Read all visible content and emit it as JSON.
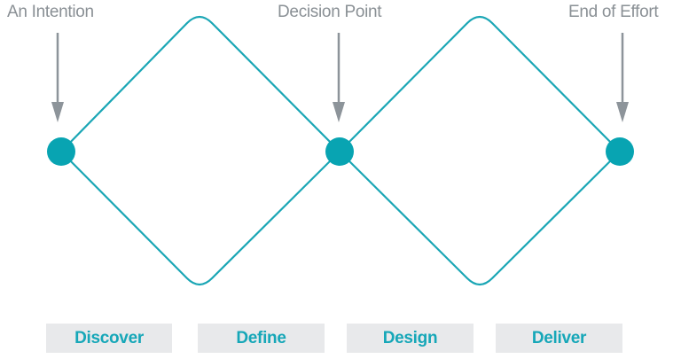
{
  "colors": {
    "line": "#1aa6b5",
    "node": "#08a4b2",
    "arrow": "#8d949a",
    "label_text": "#8a9095",
    "phase_bg": "#e8e9eb",
    "phase_text": "#16a7b8"
  },
  "labels": [
    {
      "text": "An Intention",
      "target_node": 0
    },
    {
      "text": "Decision Point",
      "target_node": 1
    },
    {
      "text": "End of Effort",
      "target_node": 2
    }
  ],
  "nodes": [
    {
      "name": "intention-node"
    },
    {
      "name": "decision-node"
    },
    {
      "name": "end-node"
    }
  ],
  "diamonds": [
    {
      "name": "problem-space",
      "phases": [
        "Discover",
        "Define"
      ]
    },
    {
      "name": "solution-space",
      "phases": [
        "Design",
        "Deliver"
      ]
    }
  ],
  "phases": [
    {
      "label": "Discover"
    },
    {
      "label": "Define"
    },
    {
      "label": "Design"
    },
    {
      "label": "Deliver"
    }
  ]
}
